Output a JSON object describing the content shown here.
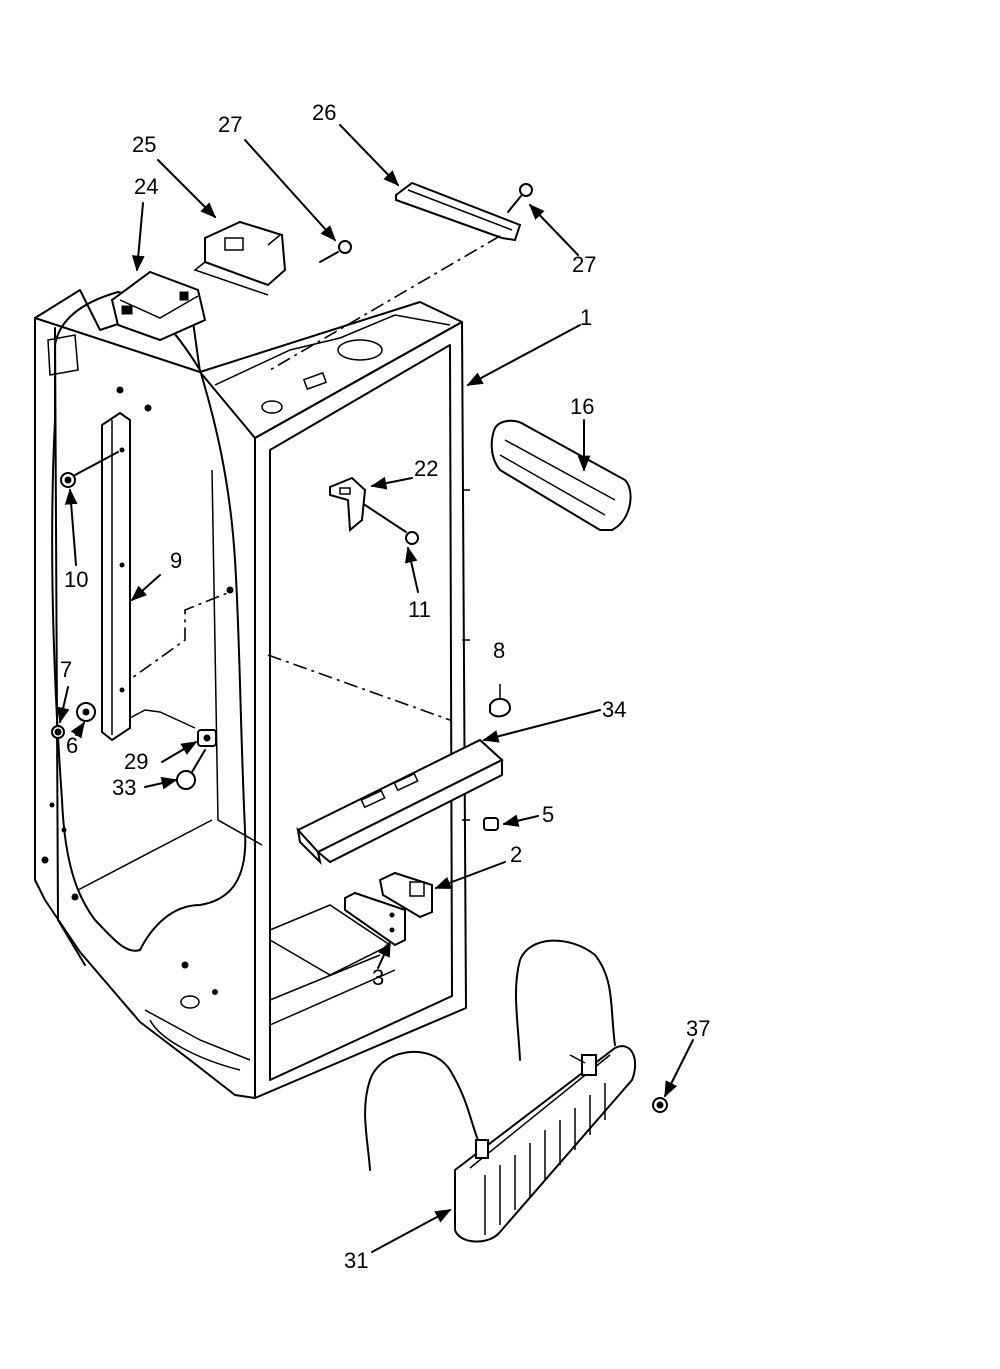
{
  "callouts": {
    "c1": "1",
    "c2": "2",
    "c3": "3",
    "c5": "5",
    "c6": "6",
    "c7": "7",
    "c8": "8",
    "c9": "9",
    "c10": "10",
    "c11": "11",
    "c16": "16",
    "c22": "22",
    "c24": "24",
    "c25": "25",
    "c26": "26",
    "c27a": "27",
    "c27b": "27",
    "c29": "29",
    "c31": "31",
    "c33": "33",
    "c34": "34",
    "c37": "37"
  }
}
